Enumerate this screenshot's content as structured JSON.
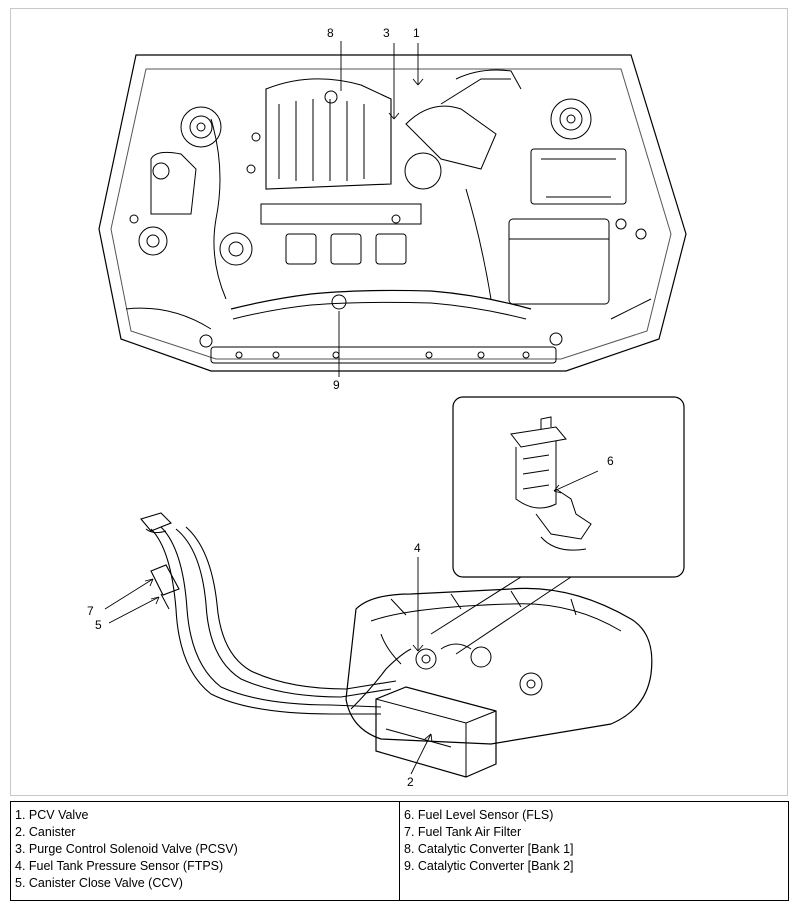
{
  "figure": {
    "callouts": {
      "c1": "1",
      "c2": "2",
      "c3": "3",
      "c4": "4",
      "c5": "5",
      "c6": "6",
      "c7": "7",
      "c8": "8",
      "c9": "9"
    }
  },
  "legend": {
    "left": [
      "1. PCV Valve",
      "2. Canister",
      "3. Purge Control Solenoid Valve (PCSV)",
      "4. Fuel Tank Pressure Sensor (FTPS)",
      "5. Canister Close Valve (CCV)"
    ],
    "right": [
      "6. Fuel Level Sensor (FLS)",
      "7. Fuel Tank Air Filter",
      "8. Catalytic Converter [Bank 1]",
      "9. Catalytic Converter [Bank 2]"
    ]
  }
}
